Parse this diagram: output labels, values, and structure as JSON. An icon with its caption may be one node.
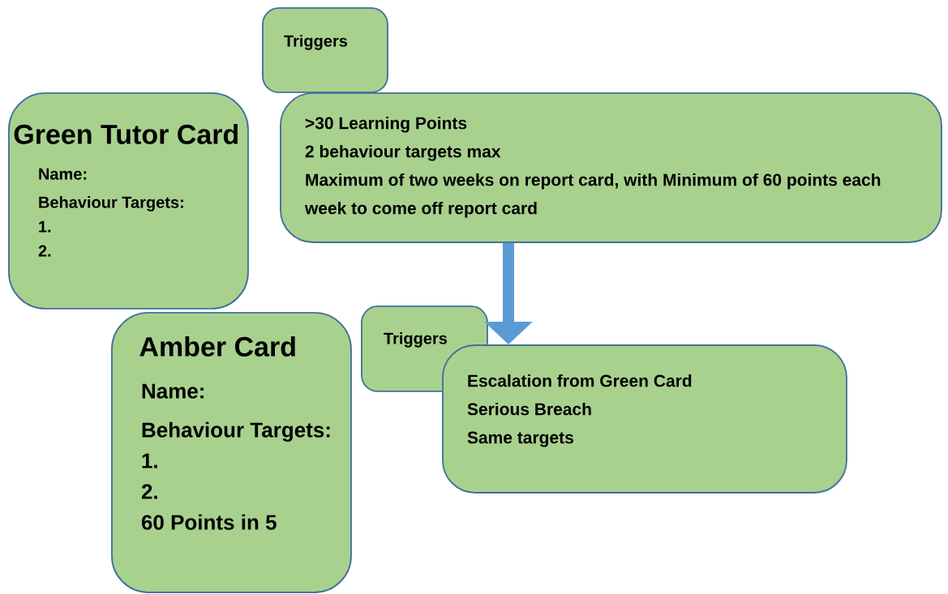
{
  "diagram": {
    "nodes": [
      {
        "text": [
          "Triggers"
        ]
      },
      {
        "text": [
          ">30 Learning Points",
          "2 behaviour targets max",
          "Maximum of two weeks on report card, with Minimum of 60 points each week to come off report card"
        ]
      },
      {
        "text": [
          "Green Tutor Card",
          "Name:",
          "Behaviour Targets:",
          "1.",
          "2."
        ]
      },
      {
        "text": [
          "Amber Card",
          "Name:",
          "Behaviour Targets:",
          "1.",
          "2.",
          "60 Points in 5"
        ]
      },
      {
        "text": [
          "Triggers"
        ]
      },
      {
        "text": [
          "Escalation from Green Card",
          "Serious Breach",
          "Same targets"
        ]
      }
    ],
    "edges": [
      {
        "from": 1,
        "to": 5,
        "arrow": "to"
      }
    ]
  }
}
